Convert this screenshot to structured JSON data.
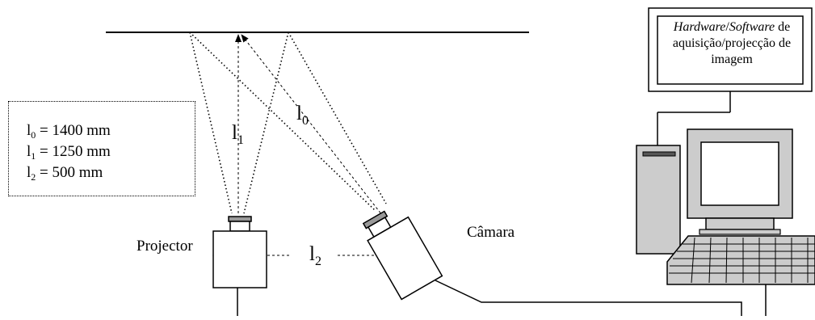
{
  "legend": {
    "items": [
      {
        "symbol": "l",
        "sub": "0",
        "text": " = 1400 mm"
      },
      {
        "symbol": "l",
        "sub": "1",
        "text": " = 1250 mm"
      },
      {
        "symbol": "l",
        "sub": "2",
        "text": " = 500 mm"
      }
    ]
  },
  "labels": {
    "l1": {
      "symbol": "l",
      "sub": "1"
    },
    "l0": {
      "symbol": "l",
      "sub": "0"
    },
    "l2": {
      "symbol": "l",
      "sub": "2"
    },
    "projector": "Projector",
    "camera": "Câmara"
  },
  "monitor": {
    "line1_italic_a": "Hardware",
    "line1_sep": "/",
    "line1_italic_b": "Software",
    "line1_rest": " de",
    "line2": "aquisição/projecção de",
    "line3": "imagem"
  }
}
